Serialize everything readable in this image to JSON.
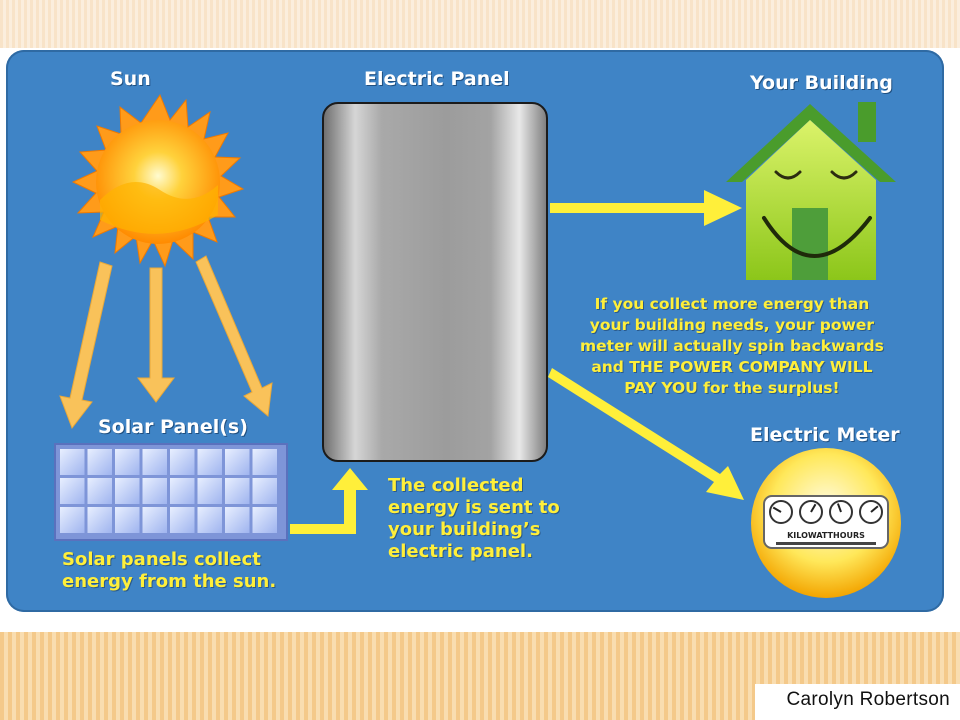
{
  "labels": {
    "sun": "Sun",
    "electric_panel": "Electric Panel",
    "your_building": "Your Building",
    "solar_panels": "Solar Panel(s)",
    "electric_meter": "Electric Meter"
  },
  "captions": {
    "solar": "Solar panels collect\nenergy from the sun.",
    "collected": "The collected\nenergy is sent to\nyour building’s\nelectric panel.",
    "surplus": "If you collect more energy than\nyour building needs, your power\nmeter will actually spin backwards\nand THE POWER COMPANY WILL\nPAY YOU for the surplus!"
  },
  "meter_text": "KILOWATTHOURS",
  "footer": "Carolyn Robertson",
  "colors": {
    "background": "#3f84c6",
    "arrow": "#ffef3a",
    "sun_ray": "#f9c25a",
    "house": "#b6e21c",
    "roof": "#4a9c2c"
  }
}
